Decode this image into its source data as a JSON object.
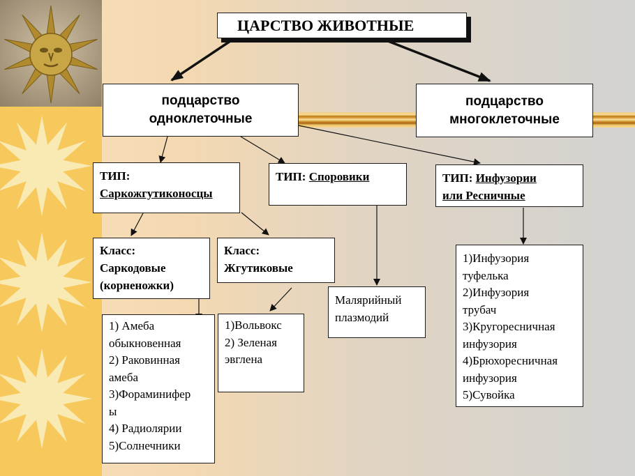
{
  "title": "ЦАРСТВО ЖИВОТНЫЕ",
  "subkingdoms": [
    {
      "line1": "подцарство",
      "line2": "одноклеточные"
    },
    {
      "line1": "подцарство",
      "line2": "многоклеточные"
    }
  ],
  "types": [
    {
      "prefix": "ТИП:",
      "name_line1": "Саркожгутиконосцы",
      "name_line2": ""
    },
    {
      "prefix": "ТИП:",
      "name_line1": "Споровики",
      "name_line2": ""
    },
    {
      "prefix": "ТИП:",
      "name_line1": "Инфузории",
      "name_line2": "или Ресничные"
    }
  ],
  "classes": [
    {
      "line1": "Класс:",
      "line2": "Саркодовые",
      "line3": "(корненожки)"
    },
    {
      "line1": "Класс:",
      "line2": "Жгутиковые",
      "line3": ""
    }
  ],
  "lists": {
    "sarcodina": [
      "1) Амеба",
      "обыкновенная",
      "2) Раковинная",
      "амеба",
      "3)Фораминифер",
      "ы",
      "4) Радиолярии",
      "5)Солнечники"
    ],
    "flagellates": [
      "1)Вольвокс",
      "2) Зеленая",
      "эвглена"
    ],
    "sporozoa": [
      "Малярийный",
      "плазмодий"
    ],
    "ciliates": [
      "1)Инфузория",
      "туфелька",
      "2)Инфузория",
      "трубач",
      "3)Кругоресничная",
      "инфузория",
      "4)Брюхоресничная",
      "инфузория",
      "5)Сувойка"
    ]
  },
  "colors": {
    "sun": "#f9e9b2",
    "strip": "#f7c95c"
  }
}
